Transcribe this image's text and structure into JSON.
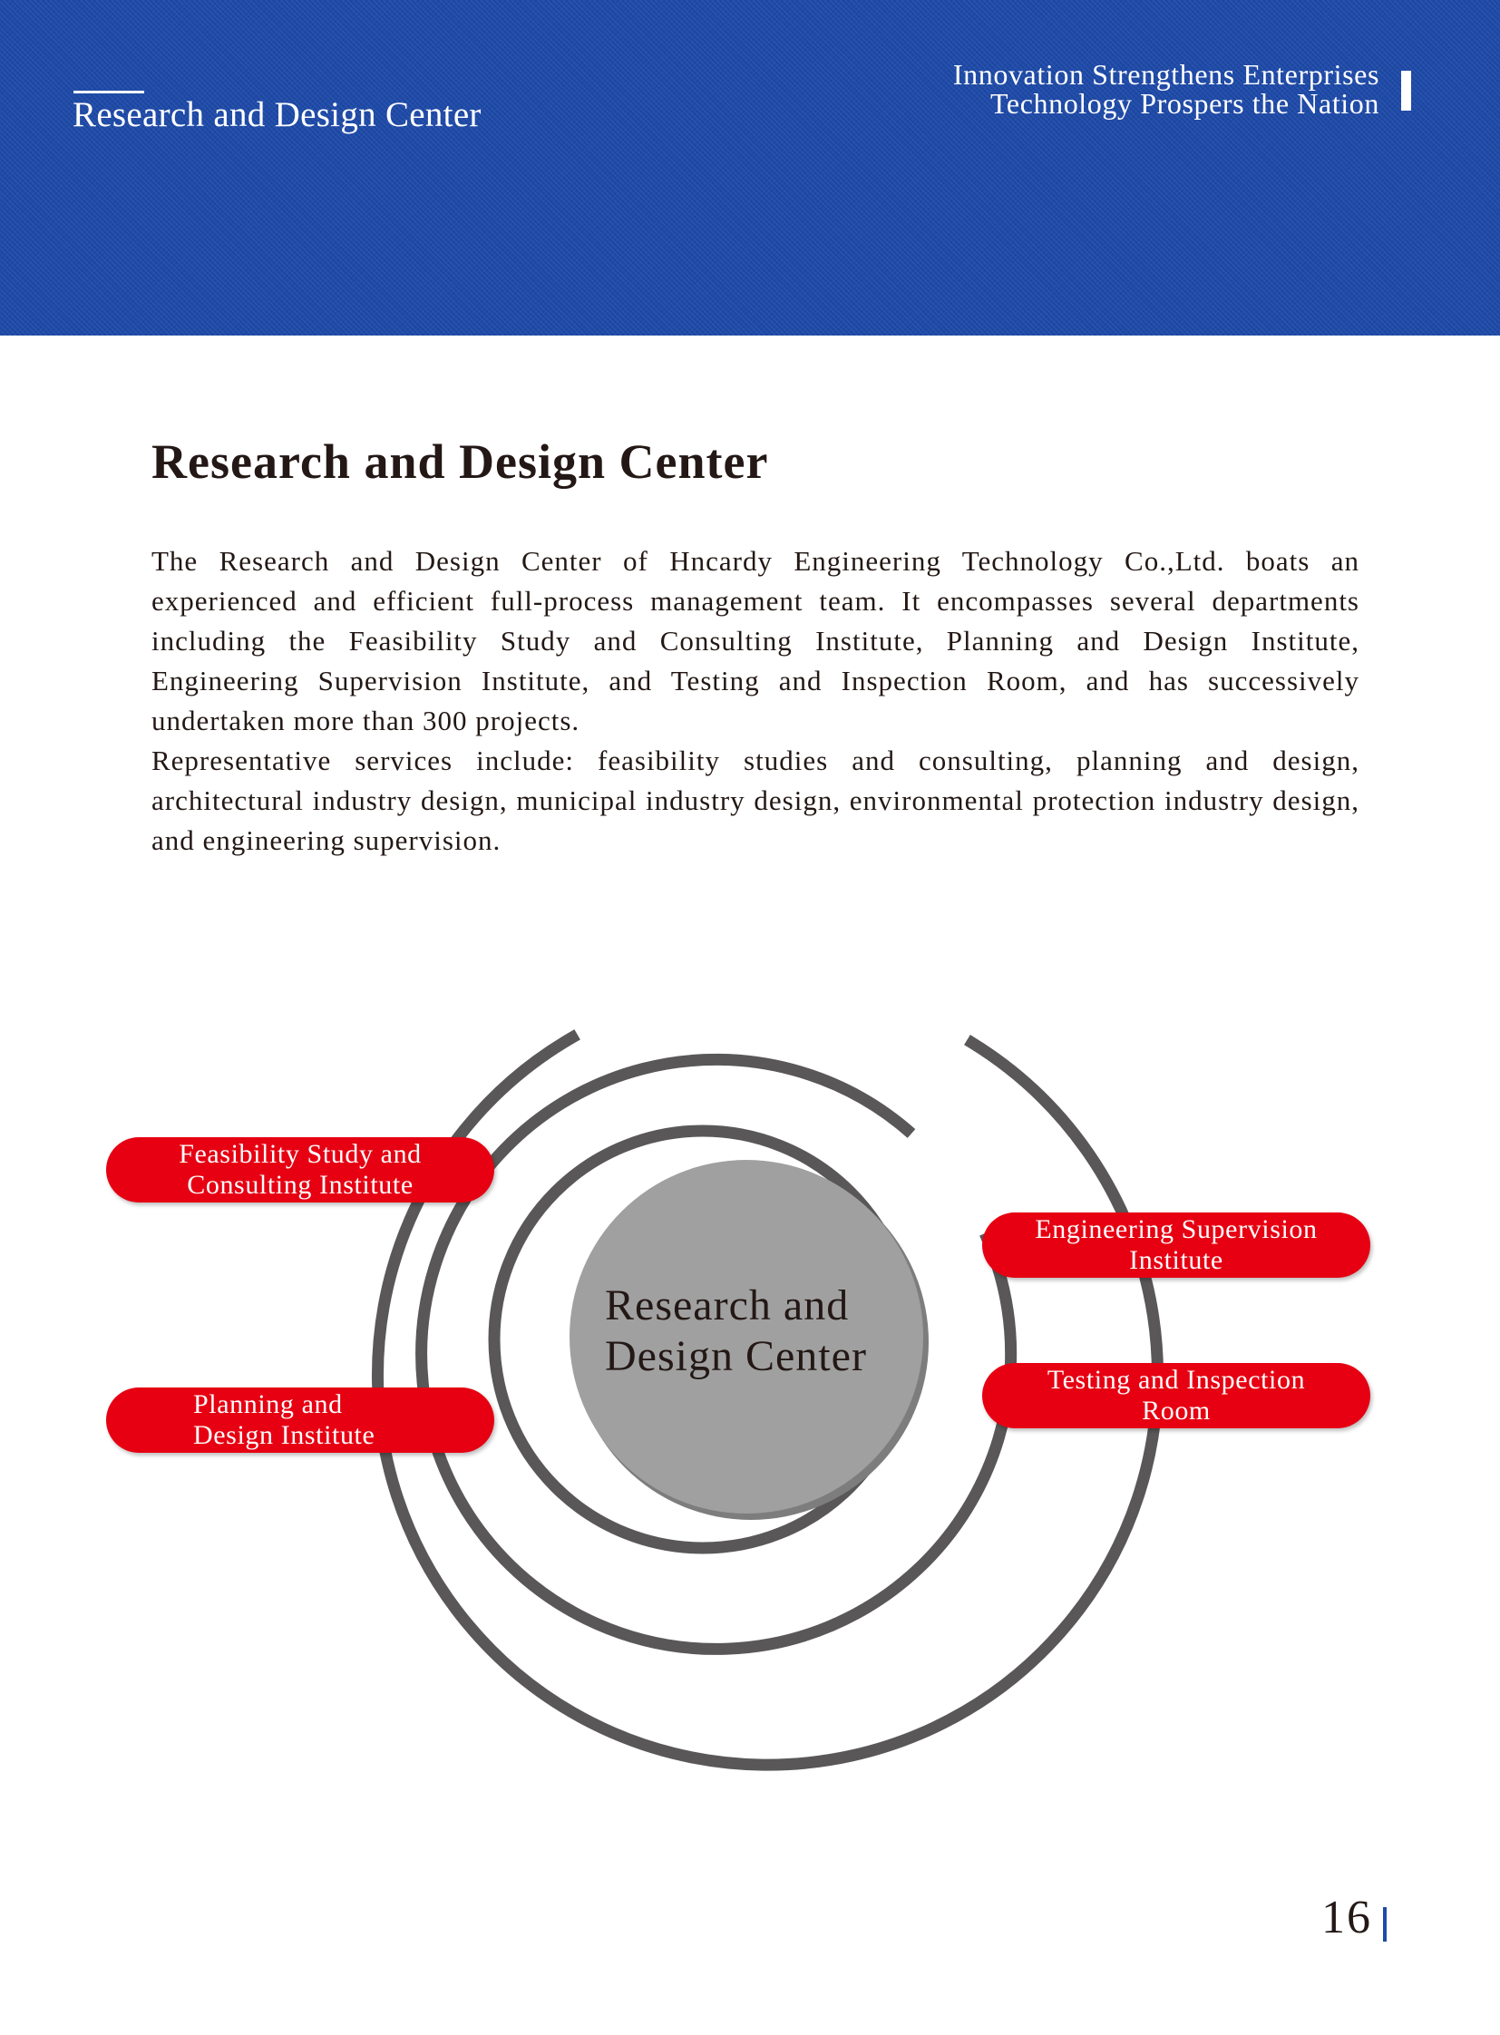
{
  "header": {
    "section_title": "Research and Design Center",
    "slogan_line1": "Innovation Strengthens Enterprises",
    "slogan_line2": "Technology Prospers the Nation"
  },
  "main": {
    "heading": "Research and Design Center",
    "paragraph1": "The Research and Design Center of Hncardy Engineering Technology Co.,Ltd. boats an experienced and efficient full-process management team. It encompasses several departments including the Feasibility Study and Consulting Institute, Planning and Design Institute, Engineering Supervision Institute, and Testing and Inspection Room, and has successively undertaken more than 300 projects.",
    "paragraph2": "Representative services include: feasibility studies and consulting, planning and design, architectural industry design, municipal industry design, environmental protection industry design, and engineering supervision."
  },
  "diagram": {
    "center_line1": "Research and",
    "center_line2": "Design Center",
    "departments": [
      {
        "line1": "Feasibility Study and",
        "line2": "Consulting Institute"
      },
      {
        "line1": "Planning and",
        "line2": "Design Institute"
      },
      {
        "line1": "Engineering Supervision",
        "line2": "Institute"
      },
      {
        "line1": "Testing and Inspection",
        "line2": "Room"
      }
    ]
  },
  "footer": {
    "page_number": "16"
  },
  "colors": {
    "banner_blue": "#1e4aa8",
    "pill_red": "#e60012",
    "ring_gray": "#595757",
    "core_gray": "#a0a0a0",
    "text_dark": "#231815"
  }
}
